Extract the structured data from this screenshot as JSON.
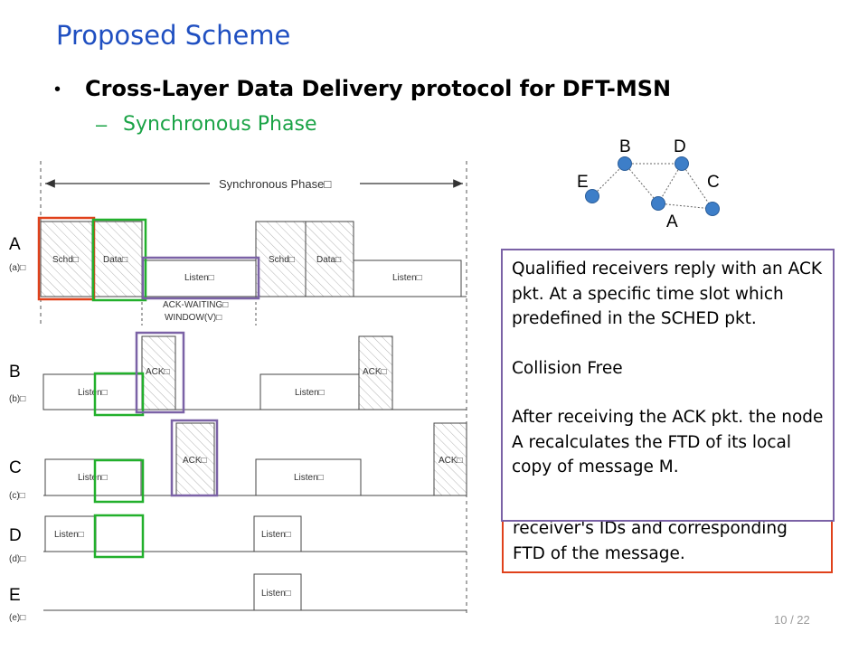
{
  "slide": {
    "title": "Proposed Scheme",
    "bullet": "Cross-Layer Data Delivery protocol for DFT-MSN",
    "subbullet": "Synchronous Phase",
    "page_number": "10 / 22"
  },
  "timing_diagram": {
    "phase_label": "Synchronous Phase□",
    "row_letters": [
      "A",
      "B",
      "C",
      "D",
      "E"
    ],
    "row_tags": [
      "(a)□",
      "(b)□",
      "(c)□",
      "(d)□",
      "(e)□"
    ],
    "labels": {
      "schd": "Schd□",
      "data": "Data□",
      "listen": "Listen□",
      "ack": "ACK□",
      "ack_waiting_1": "ACK-WAITING□",
      "ack_waiting_2": "WINDOW(V)□"
    },
    "highlight_colors": {
      "sender": "#e0411b",
      "data": "#22b02c",
      "ack": "#7b62a6"
    }
  },
  "network": {
    "nodes": [
      {
        "id": "B",
        "label": "B"
      },
      {
        "id": "D",
        "label": "D"
      },
      {
        "id": "E",
        "label": "E"
      },
      {
        "id": "C",
        "label": "C"
      },
      {
        "id": "A",
        "label": "A"
      }
    ],
    "edges": [
      [
        "E",
        "B"
      ],
      [
        "B",
        "D"
      ],
      [
        "B",
        "A"
      ],
      [
        "D",
        "A"
      ],
      [
        "D",
        "C"
      ],
      [
        "A",
        "C"
      ]
    ],
    "node_color": "#3d7ec8"
  },
  "notes": {
    "back_lines": [
      "receiver's IDs and corresponding",
      "FTD of the message."
    ],
    "front_paragraphs": [
      "Qualified receivers reply with an ACK pkt. At a specific time slot which predefined in the SCHED pkt.",
      "Collision Free",
      "After receiving the ACK pkt. the node A recalculates the FTD of its local copy of message M."
    ]
  }
}
